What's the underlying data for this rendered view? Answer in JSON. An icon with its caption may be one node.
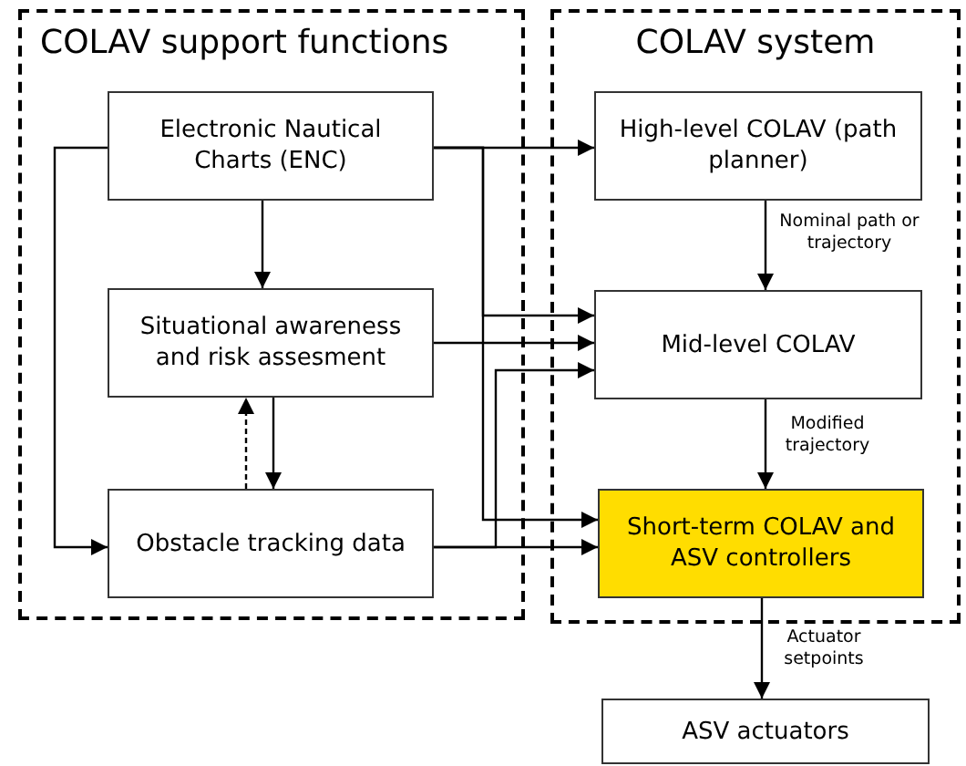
{
  "diagram": {
    "nodes": [
      {
        "text": [
          "COLAV support functions"
        ]
      },
      {
        "text": [
          "COLAV system"
        ]
      },
      {
        "text": [
          "Electronic Nautical Charts (ENC)"
        ],
        "in": 0
      },
      {
        "text": [
          "Situational awareness and risk assesment"
        ],
        "in": 0
      },
      {
        "text": [
          "Obstacle tracking data"
        ],
        "in": 0
      },
      {
        "text": [
          "High-level COLAV (path planner)"
        ],
        "in": 1
      },
      {
        "text": [
          "Mid-level COLAV"
        ],
        "in": 1
      },
      {
        "text": [
          "Short-term COLAV and ASV controllers"
        ],
        "in": 1
      },
      {
        "text": [
          "ASV actuators"
        ]
      }
    ],
    "edges": [
      {
        "from": 2,
        "to": 5,
        "arrow": "to"
      },
      {
        "from": 2,
        "to": 6,
        "arrow": "to"
      },
      {
        "from": 2,
        "to": 7,
        "arrow": "to"
      },
      {
        "from": 2,
        "to": 3,
        "arrow": "to"
      },
      {
        "from": 2,
        "to": 4,
        "arrow": "to"
      },
      {
        "from": 3,
        "to": 6,
        "arrow": "to"
      },
      {
        "from": 3,
        "to": 4,
        "arrow": "to"
      },
      {
        "from": 4,
        "to": 3,
        "arrow": "to",
        "style": "dashed"
      },
      {
        "from": 4,
        "to": 7,
        "arrow": "to"
      },
      {
        "from": 4,
        "to": 6,
        "arrow": "to"
      },
      {
        "from": 5,
        "to": 6,
        "arrow": "to",
        "label": "Nominal path or trajectory"
      },
      {
        "from": 6,
        "to": 7,
        "arrow": "to",
        "label": "Modified trajectory"
      },
      {
        "from": 7,
        "to": 8,
        "arrow": "to",
        "label": "Actuator setpoints"
      }
    ]
  }
}
